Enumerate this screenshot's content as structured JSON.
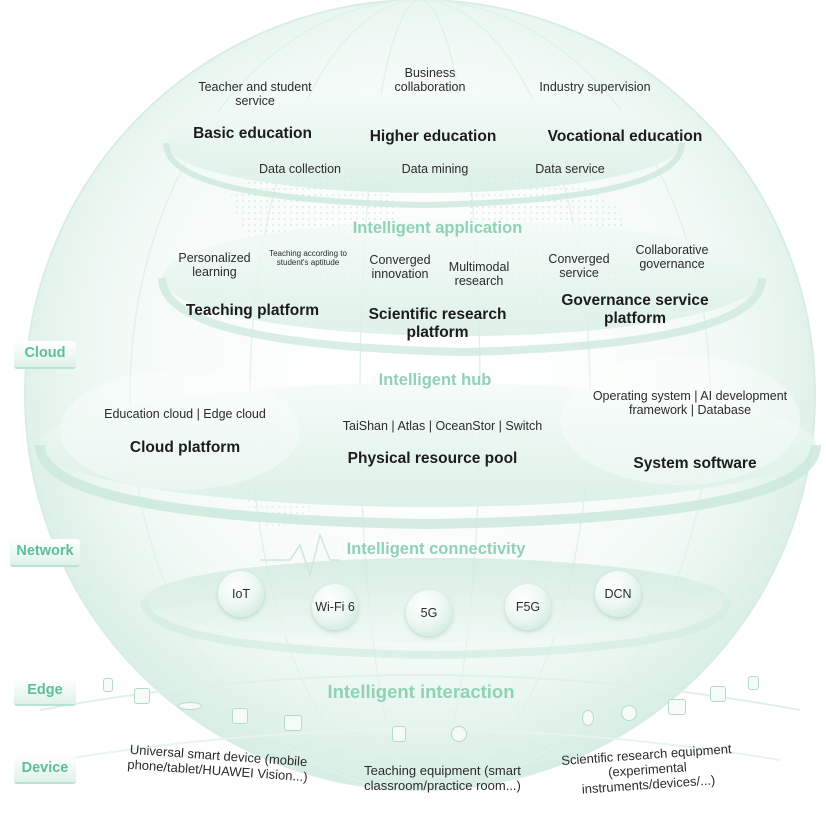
{
  "sidebar": {
    "cloud": "Cloud",
    "network": "Network",
    "edge": "Edge",
    "device": "Device"
  },
  "education": {
    "services": [
      "Teacher and student service",
      "Business collaboration",
      "Industry supervision"
    ],
    "levels": [
      "Basic education",
      "Higher education",
      "Vocational education"
    ],
    "data": [
      "Data collection",
      "Data mining",
      "Data service"
    ]
  },
  "application": {
    "title": "Intelligent application",
    "teaching": {
      "items": [
        "Personalized learning",
        "Teaching according to student's aptitude"
      ],
      "label": "Teaching platform"
    },
    "research": {
      "items": [
        "Converged innovation",
        "Multimodal research"
      ],
      "label": "Scientific research platform"
    },
    "governance": {
      "items": [
        "Converged service",
        "Collaborative governance"
      ],
      "label": "Governance service platform"
    }
  },
  "hub": {
    "title": "Intelligent hub",
    "cloud": {
      "detail": "Education cloud | Edge cloud",
      "label": "Cloud platform"
    },
    "physical": {
      "detail": "TaiShan | Atlas | OceanStor | Switch",
      "label": "Physical resource pool"
    },
    "software": {
      "detail": "Operating system | AI development framework | Database",
      "label": "System software"
    }
  },
  "connectivity": {
    "title": "Intelligent connectivity",
    "items": [
      "IoT",
      "Wi-Fi 6",
      "5G",
      "F5G",
      "DCN"
    ]
  },
  "interaction": {
    "title": "Intelligent interaction",
    "devices": [
      "Universal smart device (mobile phone/tablet/HUAWEI Vision...)",
      "Teaching equipment (smart classroom/practice room...)",
      "Scientific research equipment (experimental instruments/devices/...)"
    ]
  },
  "colors": {
    "accent": "#8fd2b4",
    "side_label": "#5dbf95",
    "platform": "#e3f3ec"
  }
}
